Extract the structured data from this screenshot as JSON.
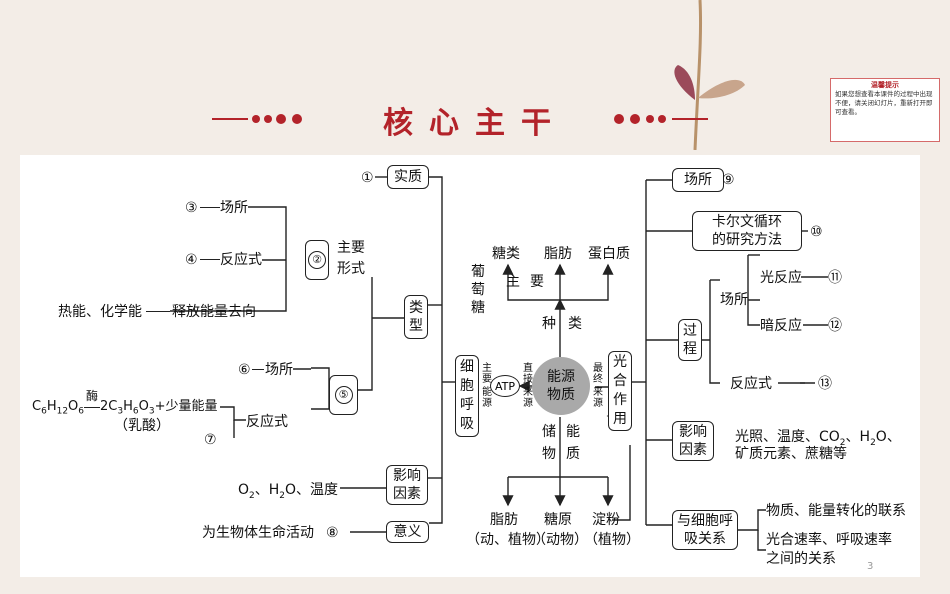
{
  "header": {
    "title": "核心主干"
  },
  "tip": {
    "title": "温馨提示",
    "text": "如果您想查看本课件的过程中出现不便，请关闭幻灯片，重新打开即可查看。"
  },
  "page_number": "3",
  "left": {
    "shizhi": "实质",
    "n1": "①",
    "leixing": "类型",
    "n2": "②",
    "zhuyao": "主要",
    "xingshi": "形式",
    "n3": "③",
    "changsuo1": "场所",
    "n4": "④",
    "fanyingshi1": "反应式",
    "reneng": "热能、化学能",
    "shifang": "释放能量去向",
    "n5": "⑤",
    "n6": "⑥",
    "changsuo2": "场所",
    "eq_c6": "C6H12O6",
    "mei": "酶",
    "eq_rest": "2C3H6O3+少量能量",
    "rusuan": "（乳酸）",
    "n7": "⑦",
    "fanyingshi2": "反应式",
    "o2": "O2、H2O、温度",
    "yingxiang": "影响因素",
    "wei": "为生物体生命活动",
    "n8": "⑧",
    "yiyi": "意义",
    "xibaohuxi": "细胞呼吸"
  },
  "center": {
    "tanglei": "糖类",
    "zhifang": "脂肪",
    "danbaizhi": "蛋白质",
    "zhuyao": "主要",
    "zhonglei": "种类",
    "putaotang": "葡萄糖",
    "atp": "ATP",
    "zhuyao2": "主要",
    "nengyuan": "能源",
    "zhijie": "直接",
    "laiyuan1": "来源",
    "zuizhong": "最终",
    "laiyuan2": "来源",
    "energy_line1": "能源",
    "energy_line2": "物质",
    "chuneng": "储能",
    "wuzhi": "物质",
    "zhifang2": "脂肪",
    "dongzhi": "（动、植物）",
    "tangyuan": "糖原",
    "dongwu": "（动物）",
    "dianfen": "淀粉",
    "zhiwu": "（植物）"
  },
  "right": {
    "guanghezuoyong": "光合作用",
    "changsuo": "场所",
    "n9": "⑨",
    "kaer": "卡尔文循环的研究方法",
    "n10": "⑩",
    "guocheng": "过程",
    "changsuo3": "场所",
    "guangfanying": "光反应",
    "n11": "⑪",
    "anfanying": "暗反应",
    "n12": "⑫",
    "fanyingshi": "反应式",
    "n13": "⑬",
    "yingxiang": "影响因素",
    "guangzhao": "光照、温度、CO2、H2O、",
    "kuangzhi": "矿质元素、蔗糖等",
    "yuxibao": "与细胞呼吸关系",
    "wuzhi": "物质、能量转化的联系",
    "sulv1": "光合速率、呼吸速率",
    "sulv2": "之间的关系"
  },
  "colors": {
    "accent": "#b3232a",
    "energy_fill": "#a9a9a9"
  }
}
